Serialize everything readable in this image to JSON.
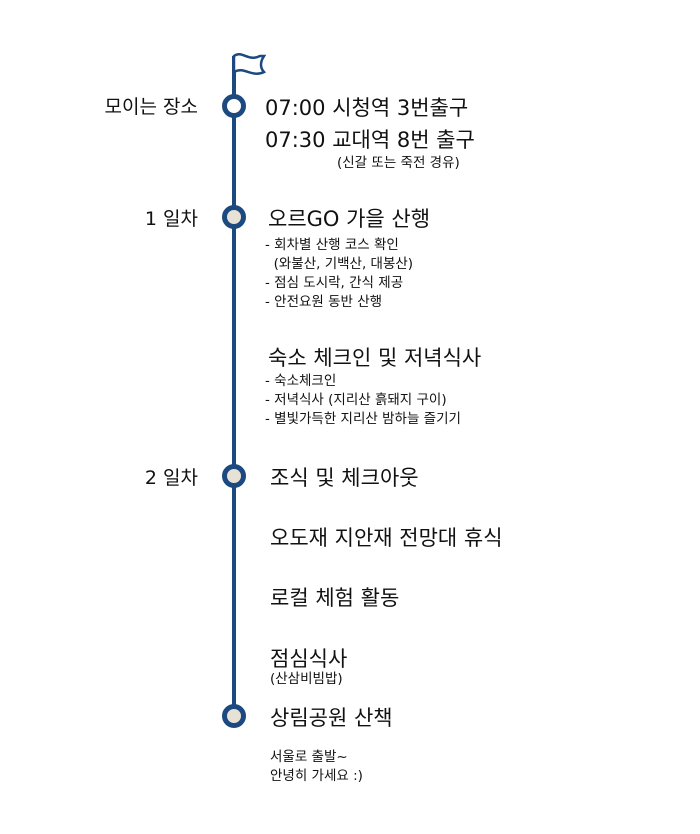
{
  "colors": {
    "line": "#1c4a80",
    "dot_fill": "#e8e2d6"
  },
  "icons": {
    "flag": "flag-icon"
  },
  "stops": [
    {
      "label": "모이는 장소",
      "lines": [
        "07:00 시청역 3번출구",
        "07:30 교대역 8번 출구"
      ],
      "note": "(신갈 또는 죽전 경유)"
    },
    {
      "label": "1 일차",
      "title": "오르GO 가을 산행",
      "details": [
        "- 회차별 산행 코스 확인",
        "  (와불산, 기백산, 대봉산)",
        "- 점심 도시락, 간식 제공",
        "- 안전요원 동반 산행"
      ],
      "title2": "숙소 체크인 및 저녁식사",
      "details2": [
        "- 숙소체크인",
        "- 저녁식사 (지리산 흙돼지 구이)",
        "- 별빛가득한 지리산 밤하늘 즐기기"
      ]
    },
    {
      "label": "2 일차",
      "items": [
        "조식 및 체크아웃",
        "오도재 지안재 전망대 휴식",
        "로컬 체험 활동",
        "점심식사"
      ],
      "lunch_note": "(산삼비빔밥)"
    },
    {
      "title": "상림공원 산책",
      "farewell": [
        "서울로 출발~",
        "안녕히 가세요 :)"
      ]
    }
  ]
}
